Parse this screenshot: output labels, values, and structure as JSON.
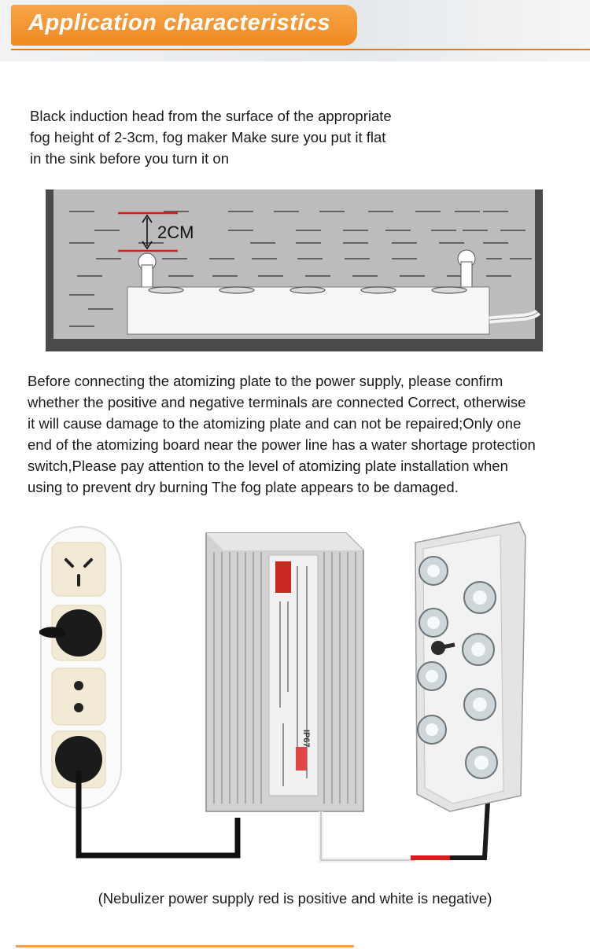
{
  "header": {
    "title": "Application characteristics"
  },
  "intro_text": "Black induction head from the surface of the appropriate\nfog height of 2-3cm, fog maker Make sure you put it flat\nin the sink before you turn it on",
  "diagram": {
    "height_label": "2CM"
  },
  "instruction_text": "Before connecting the atomizing plate to the power supply, please confirm\nwhether the positive and negative terminals are connected Correct, otherwise\nit will cause damage to the atomizing plate and can not be repaired;Only one\nend of the atomizing board near the power line has a water shortage protection\nswitch,Please pay attention to the level of atomizing plate installation when\nusing to prevent dry burning The fog plate appears to be damaged.",
  "power_supply": {
    "label": "IP67"
  },
  "caption": "(Nebulizer power supply red is positive and white is negative)",
  "colors": {
    "accent": "#ef8a1f",
    "water": "#bcbcbc",
    "frame": "#4a4a4a",
    "positive_wire": "#d41f1f"
  }
}
